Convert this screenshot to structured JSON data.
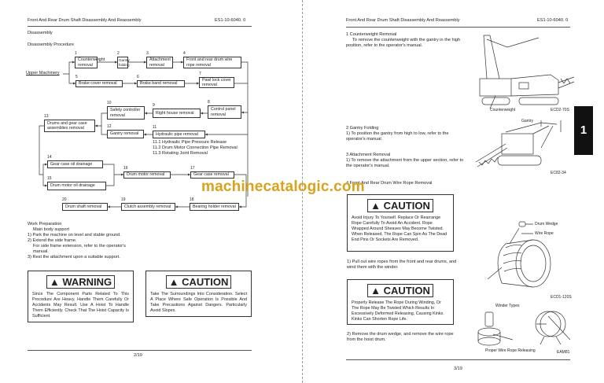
{
  "left_page": {
    "header_title": "Front And Rear Drum Shaft Disassembly And Reassembly",
    "header_code": "ES1-10-6040. 0",
    "section": "Disassembly",
    "subsection": "Disassembly Procedure",
    "flow_start": "Upper Machinery",
    "steps": [
      {
        "n": "1",
        "label": "Counterweight removal"
      },
      {
        "n": "2",
        "label": "Gantry folding"
      },
      {
        "n": "3",
        "label": "Attachment removal"
      },
      {
        "n": "4",
        "label": "Front and rear drum wire rope removal"
      },
      {
        "n": "5",
        "label": "Brake cover removal"
      },
      {
        "n": "6",
        "label": "Brake band removal"
      },
      {
        "n": "7",
        "label": "Pawl lock cover removal"
      },
      {
        "n": "8",
        "label": "Control panel removal"
      },
      {
        "n": "9",
        "label": "Right house removal"
      },
      {
        "n": "10",
        "label": "Safety controller removal"
      },
      {
        "n": "11",
        "label": "Hydraulic pipe removal"
      },
      {
        "n": "12",
        "label": "Gantry removal"
      },
      {
        "n": "13",
        "label": "Drums and gear case assemblies removal"
      },
      {
        "n": "14",
        "label": "Gear case oil drainage"
      },
      {
        "n": "15",
        "label": "Drum motor oil drainage"
      },
      {
        "n": "16",
        "label": "Drum motor removal"
      },
      {
        "n": "17",
        "label": "Gear case removal"
      },
      {
        "n": "18",
        "label": "Bearing holder removal"
      },
      {
        "n": "19",
        "label": "Clutch assembly removal"
      },
      {
        "n": "20",
        "label": "Drum shaft removal"
      }
    ],
    "substeps": [
      "11.1 Hydraulic Pipe Pressure Release",
      "11.2 Drum Motor Connection Pipe Removal",
      "11.3 Rotating Joint Removal"
    ],
    "work_prep": {
      "title": "Work Preparation",
      "subtitle": "Main body support",
      "item1": "1)  Park the machine on level and stable ground.",
      "item2": "2)  Extend the side frame.",
      "item2_note": "For side frame extension, refer to the operator's manual.",
      "item3": "3)  Rest the attachment upon a suitable support."
    },
    "warning": {
      "title": "▲ WARNING",
      "body": "Since The Component Parts Related To This Procedure Are Heavy, Handle Them Carefully Or Accidents May Result. Use A Hoist To Handle Them Efficiently. Check That The Hoist Capacity Is Sufficient."
    },
    "caution": {
      "title": "▲ CAUTION",
      "body": "Take The Surroundings Into Consideration. Select A Place Where Safe Operation Is Possible And Take Precautions Against Dangers. Particularly Avoid Slopes."
    },
    "page_number": "2/19"
  },
  "right_page": {
    "header_title": "Front And Rear Drum Shaft Disassembly And Reassembly",
    "header_code": "ES1-10-6040. 0",
    "s1_title": "1   Counterweight Removal",
    "s1_body": "To remove the counterweight with the gantry in the high position, refer to the operator's manual.",
    "s2_title": "2   Gantry Folding",
    "s2_body": "1)   To position the gantry from high to low, refer to the operator's manual.",
    "s3_title": "3   Attachment Removal",
    "s3_body": "1)   To remove the attachment from the upper section, refer to the operator's manual.",
    "s4_title": "4   Front And Rear Drum Wire Rope Removal",
    "caution1": {
      "title": "▲ CAUTION",
      "body": "Avoid Injury To Yourself. Replace Or Rearrange Rope Carefully To Avoid An Accident. Rope Wrapped Around Sheaves May Become Twisted. When Released, The Rope Can Spin As The Dead End Pins Or Sockets Are Removed."
    },
    "s4_step1": "1)   Pull out wire ropes from the front and rear drums, and wind them with the winder.",
    "caution2": {
      "title": "▲ CAUTION",
      "body": "Properly Release The Rope During Winding, Or The Rope May Be Twisted Which Results In Excessively Deformed Releasing, Causing Kinks. Kinks Can Shorten Rope Life."
    },
    "s4_step2": "2)   Remove the drum wedge, and remove the wire rope from the hoist drum.",
    "fig1_label": "Counterweight",
    "fig1_code": "ECD2-70S",
    "fig2_label": "Gantry",
    "fig2_code": "EC82-34",
    "fig3_labels": {
      "wedge": "Drum Wedge",
      "rope": "Wire Rope",
      "code": "ECD1-120S"
    },
    "fig4_title": "Winder Types",
    "fig4_caption": "Proper Wire Rope Releasing",
    "fig4_code": "EAM81",
    "chapter_tab": "1",
    "page_number": "3/19"
  },
  "watermark": "machinecatalogic.com",
  "colors": {
    "watermark": "#d9a21c",
    "tab": "#111111"
  }
}
